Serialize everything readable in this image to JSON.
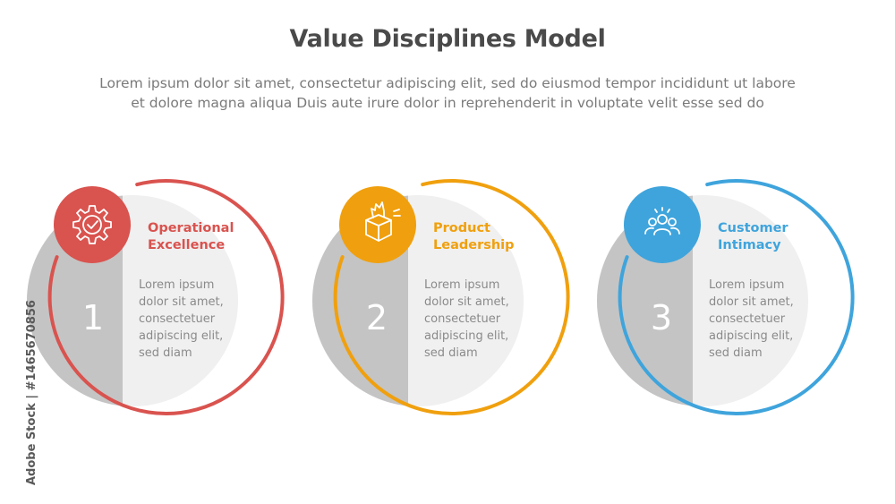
{
  "header": {
    "title": "Value Disciplines Model",
    "subtitle_line1": "Lorem ipsum dolor sit amet, consectetur adipiscing elit, sed do eiusmod tempor incididunt ut labore",
    "subtitle_line2": "et dolore magna aliqua Duis aute irure dolor in reprehenderit in voluptate velit esse sed do"
  },
  "items": [
    {
      "number": "1",
      "title_line1": "Operational",
      "title_line2": "Excellence",
      "body": [
        "Lorem ipsum",
        "dolor sit amet,",
        "consectetuer",
        "adipiscing elit,",
        "sed diam"
      ],
      "color": "#d9534f",
      "icon": "gear-check-icon"
    },
    {
      "number": "2",
      "title_line1": "Product",
      "title_line2": "Leadership",
      "body": [
        "Lorem ipsum",
        "dolor sit amet,",
        "consectetuer",
        "adipiscing elit,",
        "sed diam"
      ],
      "color": "#f0a00e",
      "icon": "product-box-icon"
    },
    {
      "number": "3",
      "title_line1": "Customer",
      "title_line2": "Intimacy",
      "body": [
        "Lorem ipsum",
        "dolor sit amet,",
        "consectetuer",
        "adipiscing elit,",
        "sed diam"
      ],
      "color": "#3fa4dc",
      "icon": "people-group-icon"
    }
  ],
  "theme": {
    "circle_fill": "#f0f0f0",
    "band_fill": "#c4c4c4",
    "text_gray": "#8a8a8a",
    "number_color": "#ffffff"
  },
  "watermark": "Adobe Stock | #1465670856"
}
